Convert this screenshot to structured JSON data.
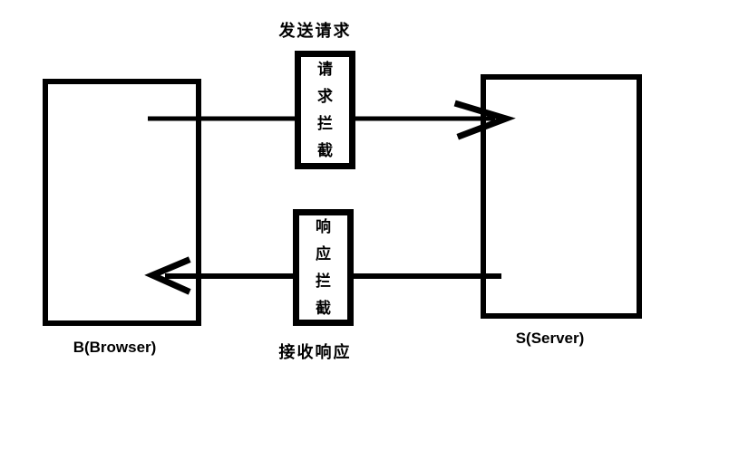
{
  "diagram": {
    "title": "Browser-Server request/response interceptor flow",
    "background_color": "#ffffff",
    "ink_color": "#000000",
    "labels": {
      "send_request": "发送请求",
      "receive_response": "接收响应",
      "browser": "B(Browser)",
      "server": "S(Server)"
    },
    "request_interceptor": {
      "text": "请求拦截",
      "chars": [
        "请",
        "求",
        "拦",
        "截"
      ]
    },
    "response_interceptor": {
      "text": "响应拦截",
      "chars": [
        "响",
        "应",
        "拦",
        "截"
      ]
    },
    "flows": [
      {
        "from": "B(Browser)",
        "via": "请求拦截",
        "to": "S(Server)",
        "label": "发送请求",
        "direction": "right"
      },
      {
        "from": "S(Server)",
        "via": "响应拦截",
        "to": "B(Browser)",
        "label": "接收响应",
        "direction": "left"
      }
    ]
  }
}
